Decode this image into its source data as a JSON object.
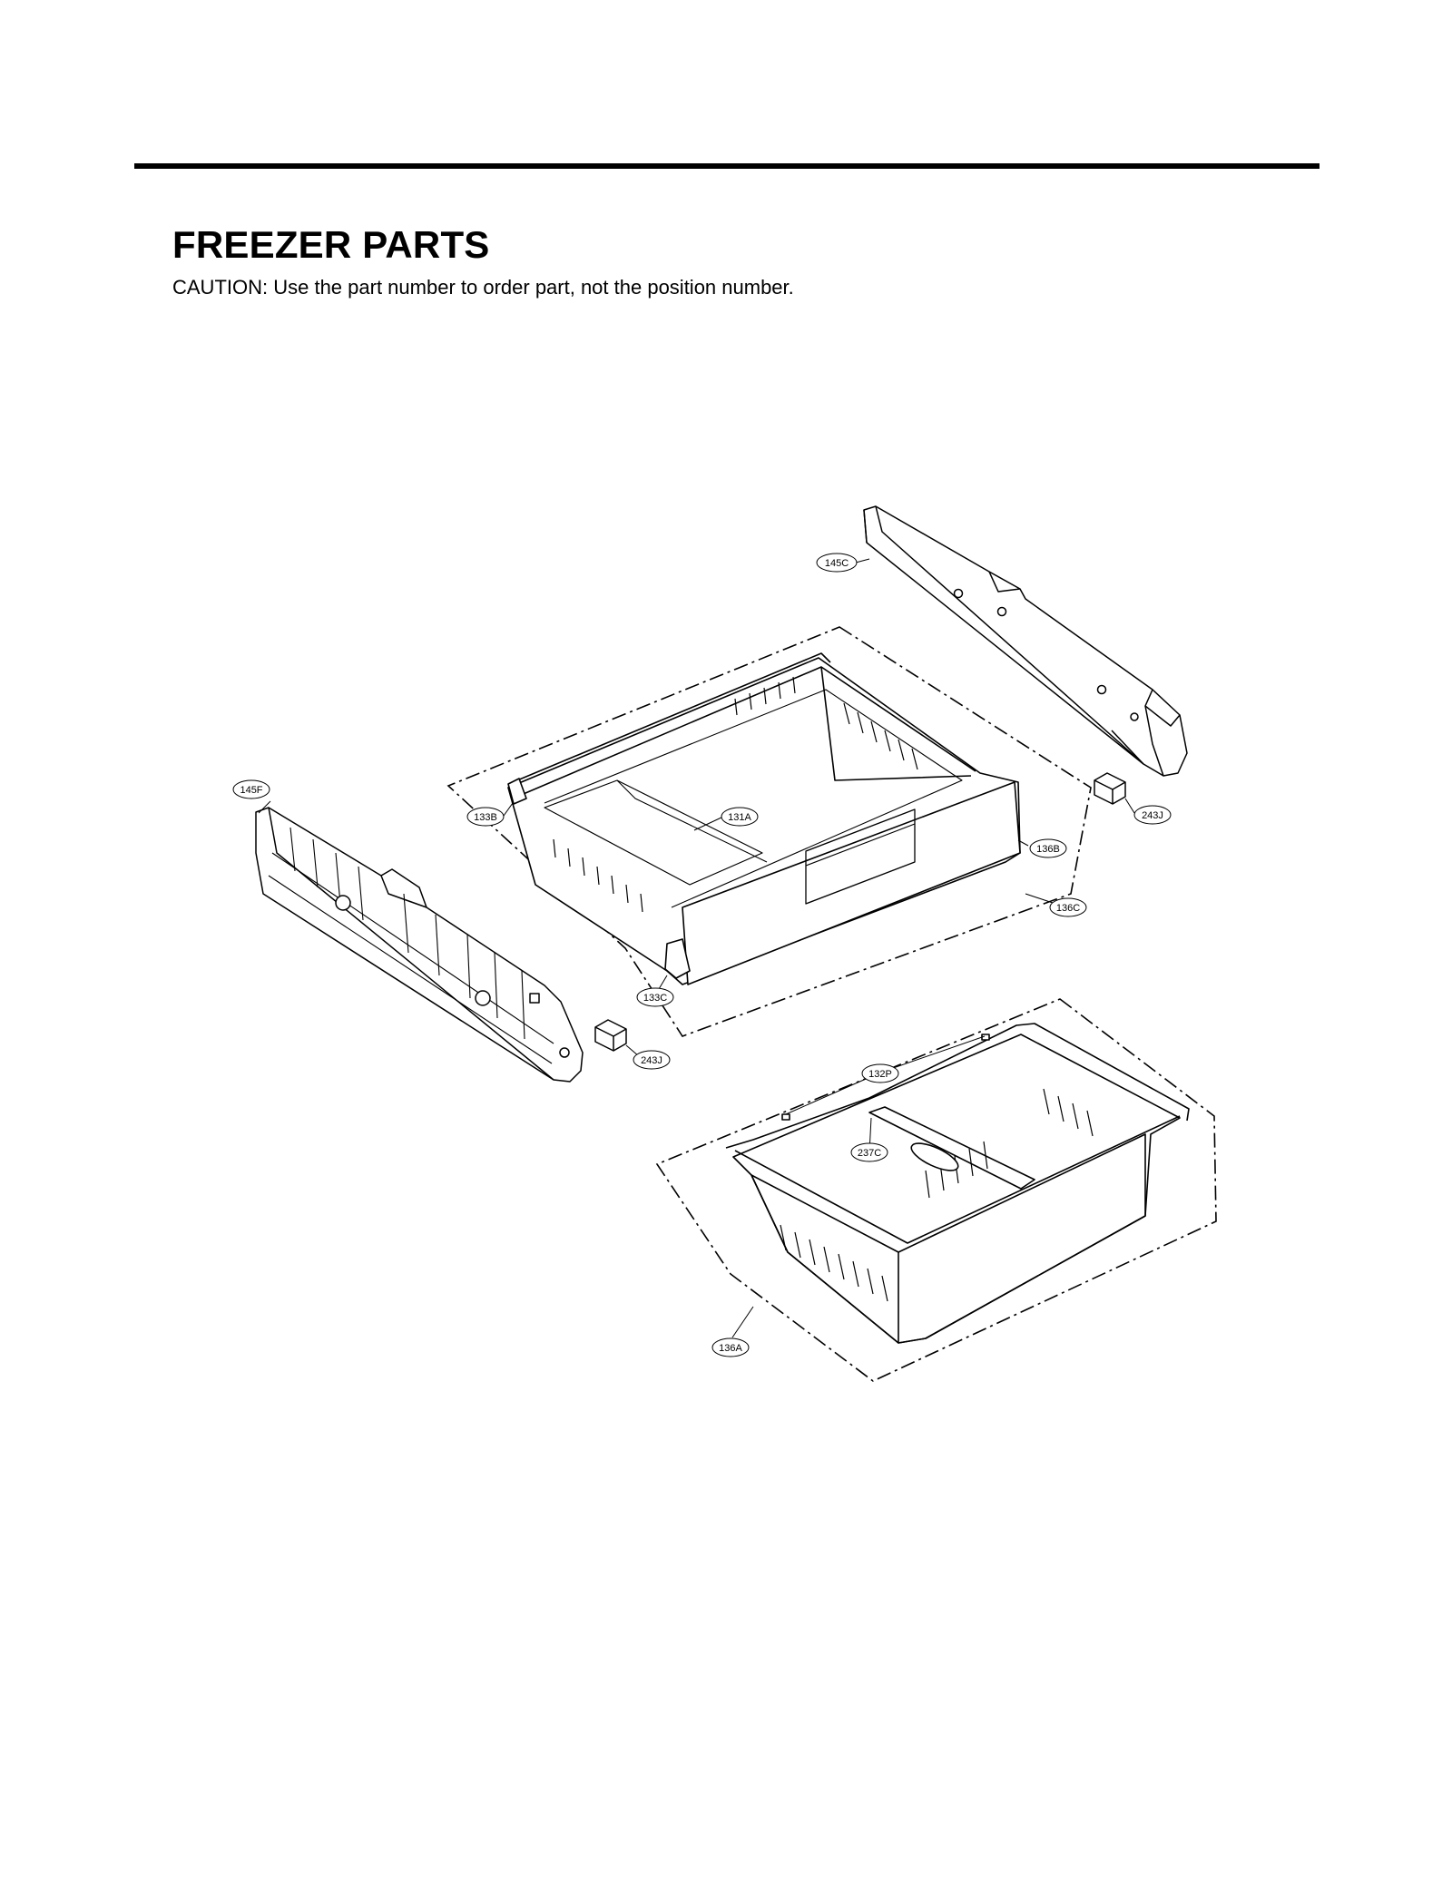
{
  "header": {
    "title": "FREEZER PARTS",
    "caution": "CAUTION: Use the part number to order part, not the position number."
  },
  "callouts": {
    "c145C": "145C",
    "c145F": "145F",
    "c133B": "133B",
    "c131A": "131A",
    "c136B": "136B",
    "c136C": "136C",
    "c243J_right": "243J",
    "c133C": "133C",
    "c243J_left": "243J",
    "c132P": "132P",
    "c237C": "237C",
    "c136A": "136A"
  }
}
